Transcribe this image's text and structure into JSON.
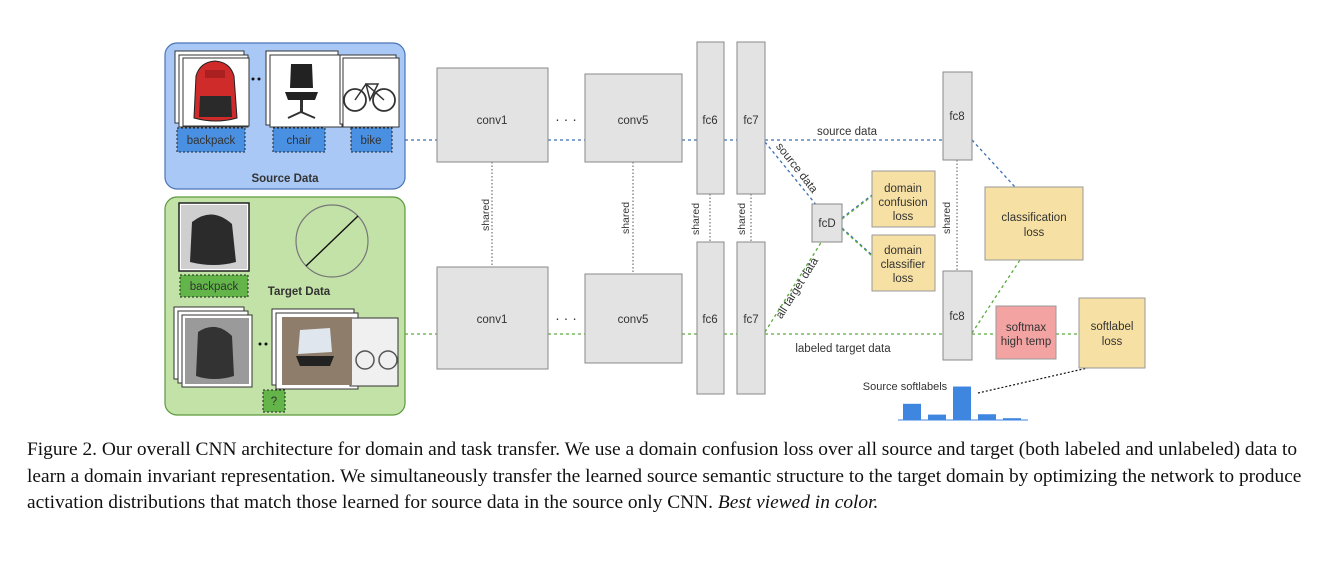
{
  "source_panel": {
    "title": "Source Data",
    "labels": [
      "backpack",
      "chair",
      "bike"
    ],
    "background": "#a9c8f6",
    "label_fill": "#4a90e2"
  },
  "target_panel": {
    "title": "Target Data",
    "labels": [
      "backpack",
      "?"
    ],
    "background": "#c3e2a7",
    "label_fill": "#63b54a"
  },
  "network": {
    "conv1": "conv1",
    "conv5": "conv5",
    "fc6": "fc6",
    "fc7": "fc7",
    "fc8": "fc8",
    "fcD": "fcD",
    "ellipsis": "· · ·",
    "shared": "shared",
    "layer_fill": "#e3e3e3"
  },
  "losses": {
    "domain_confusion": [
      "domain",
      "confusion",
      "loss"
    ],
    "domain_classifier": [
      "domain",
      "classifier",
      "loss"
    ],
    "classification": [
      "classification",
      "loss"
    ],
    "softmax": [
      "softmax",
      "high temp"
    ],
    "softlabel": [
      "softlabel",
      "loss"
    ],
    "loss_fill": "#f7e0a3",
    "softmax_fill": "#f4a3a3"
  },
  "edge_labels": {
    "source_data_top": "source data",
    "source_data_diag": "source data",
    "all_target_data": "all target data",
    "labeled_target_data": "labeled target data"
  },
  "softlabels": {
    "title": "Source softlabels",
    "values": [
      0.45,
      0.15,
      0.93,
      0.16,
      0.05
    ],
    "bar_color": "#3f86e0"
  },
  "colors": {
    "source_line": "#3b6fb6",
    "target_line": "#5aaa3c"
  },
  "caption": {
    "text": "Figure 2. Our overall CNN architecture for domain and task transfer. We use a domain confusion loss over all source and target (both labeled and unlabeled) data to learn a domain invariant representation. We simultaneously transfer the learned source semantic structure to the target domain by optimizing the network to produce activation distributions that match those learned for source data in the source only CNN.",
    "emphasis": "Best viewed in color."
  }
}
